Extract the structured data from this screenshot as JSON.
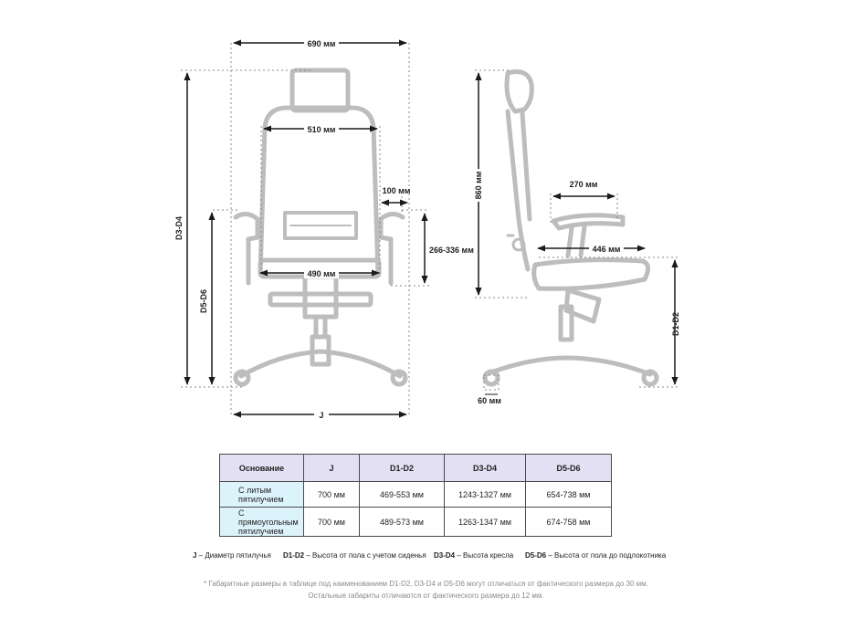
{
  "dimensions": {
    "width_outer": "690 мм",
    "width_back": "510 мм",
    "armrest_offset": "100 мм",
    "armrest_height": "266-336 мм",
    "seat_width": "490 мм",
    "height_total": "D3-D4",
    "height_armrest": "D5-D6",
    "base_diameter": "J",
    "back_height": "860 мм",
    "armrest_length": "270 мм",
    "seat_depth": "446 мм",
    "seat_height": "D1-D2",
    "wheel": "60 мм"
  },
  "table": {
    "headers": [
      "Основание",
      "J",
      "D1-D2",
      "D3-D4",
      "D5-D6"
    ],
    "rows": [
      {
        "base": "С литым пятилучием",
        "j": "700 мм",
        "d1d2": "469-553 мм",
        "d3d4": "1243-1327 мм",
        "d5d6": "654-738 мм"
      },
      {
        "base": "С прямоугольным пятилучием",
        "j": "700 мм",
        "d1d2": "489-573 мм",
        "d3d4": "1263-1347 мм",
        "d5d6": "674-758 мм"
      }
    ]
  },
  "legend": [
    {
      "key": "J",
      "text": " – Диаметр пятилучья"
    },
    {
      "key": "D1-D2",
      "text": " – Высота от пола с учетом сиденья"
    },
    {
      "key": "D3-D4",
      "text": " – Высота кресла"
    },
    {
      "key": "D5-D6",
      "text": " – Высота от пола до подлокотника"
    }
  ],
  "notes": {
    "line1": "* Габаритные размеры в таблице под наименованием D1-D2, D3-D4 и D5-D6 могут отличаться от фактического размера до 30 мм.",
    "line2": "Остальные габариты отличаются от фактического размера до 12 мм."
  },
  "colors": {
    "chair_outline": "#bdbdbd",
    "dim_line": "#1a1a1a",
    "guide": "#888888",
    "header_bg": "#e3e0f4",
    "first_col_bg": "#ddf3fb"
  }
}
